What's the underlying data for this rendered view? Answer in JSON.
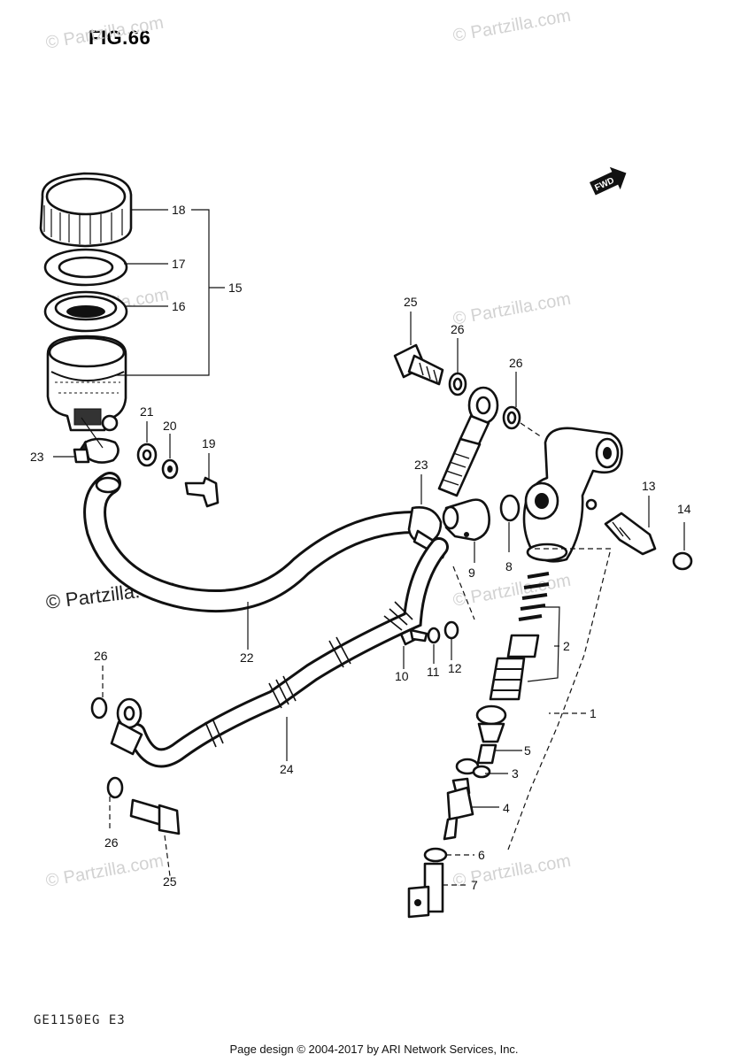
{
  "figure": {
    "title": "FIG.66"
  },
  "model_code": "GE1150EG E3",
  "footer": "Page design © 2004-2017 by ARI Network Services, Inc.",
  "watermarks": {
    "light": "© Partzilla.com",
    "dark": "© Partzilla.com"
  },
  "direction_marker": "FWD",
  "callouts": {
    "c1": "1",
    "c2": "2",
    "c3": "3",
    "c4": "4",
    "c5": "5",
    "c6": "6",
    "c7": "7",
    "c8": "8",
    "c9": "9",
    "c10": "10",
    "c11": "11",
    "c12": "12",
    "c13": "13",
    "c14": "14",
    "c15": "15",
    "c16": "16",
    "c17": "17",
    "c18": "18",
    "c19": "19",
    "c20": "20",
    "c21": "21",
    "c22": "22",
    "c23a": "23",
    "c23b": "23",
    "c24": "24",
    "c25a": "25",
    "c25b": "25",
    "c26a": "26",
    "c26b": "26",
    "c26c": "26",
    "c26d": "26"
  },
  "colors": {
    "ink": "#111111",
    "watermark": "#d2d2d2",
    "background": "#ffffff"
  }
}
